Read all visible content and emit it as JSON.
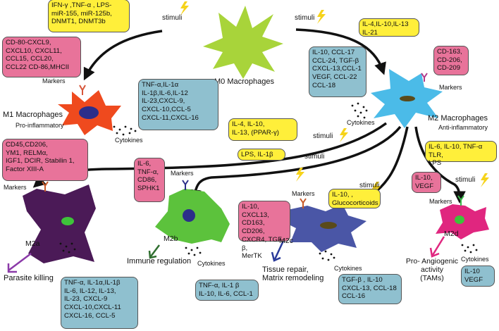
{
  "colors": {
    "yellow_box": "#ffef3a",
    "pink_box": "#e8739a",
    "blue_box": "#8fc0cf",
    "m0_cell": "#a8d43a",
    "m1_cell": "#ef4a1e",
    "m2_cell": "#4bbbe8",
    "m2a_cell": "#4b1a57",
    "m2b_cell": "#5cc23c",
    "m2c_cell": "#4a56a6",
    "m2d_cell": "#e0267f",
    "arrow": "#111111"
  },
  "m0": {
    "label": "M0 Macrophages"
  },
  "stimuli_word": "stimuli",
  "m1": {
    "stimuli_box": "IFN-γ ,TNF-α , LPS-\nmiR-155, miR-125b,\nDNMT1, DNMT3b",
    "markers_box": "CD-80-CXCL9,\nCXCL10, CXCL11,\nCCL15, CCL20,\nCCL22 CD-86,MHCII",
    "markers_label": "Markers",
    "cytokines_box": "TNF-α,IL-1α\nIL-1β,IL-6,IL-12\nIL-23,CXCL-9,\nCXCL-10,CCL-5\nCXCL-11,CXCL-16",
    "cytokines_label": "Cytokines",
    "title": "M1 Macrophages",
    "subtitle": "Pro-inflammatory"
  },
  "m2": {
    "stimuli_box": "IL-4,IL-10,IL-13\nIL-21",
    "cytokines_box": "IL-10, CCL-17\nCCL-24, TGF-β\nCXCL-13,CCL-1\nVEGF, CCL-22\nCCL-18",
    "markers_box": "CD-163,\nCD-206,\nCD-209",
    "markers_label": "Markers",
    "cytokines_label": "Cytokines",
    "title": "M2 Macrophages",
    "subtitle": "Anti-inflammatory"
  },
  "m2a": {
    "stimuli_box": "IL-4, IL-10,\nIL-13, (PPAR-γ)",
    "markers_box": "CD45,CD206,\nYM1, RELMα,\nIGF1, DCIR, Stabilin 1,\nFactor XIII-A",
    "markers_label": "Markers",
    "label": "M2a",
    "function": "Parasite killing",
    "cytokines_box": "TNF-α, IL-1α,IL-1β\nIL-6, IL-12, IL-13,\nIL-23, CXCL-9\nCXCL-10,CXCL-11\nCXCL-16, CCL-5"
  },
  "m2b": {
    "stimuli_box": "LPS, IL-1β",
    "markers_box": "IL-6,\nTNF-α,\nCD86,\nSPHK1",
    "markers_label": "Markers",
    "label": "M2b",
    "function": "Immune regulation",
    "cytokines_label": "Cytokines",
    "cytokines_box": "TNF-α, IL-1 β\nIL-10, IL-6, CCL-1"
  },
  "m2c": {
    "stimuli_box": "IL-10, ,\nGlucocorticoids",
    "markers_box": "IL-10, CXCL13,\nCD163, CD206,\nCXCR4, TGF-β,\nMerTK",
    "markers_label": "Markers",
    "label": "M2c",
    "function": "Tissue repair,\nMatrix remodeling",
    "cytokines_label": "Cytokines",
    "cytokines_box": "TGF-β , IL-10\nCXCL-13, CCL-18\nCCL-16"
  },
  "m2d": {
    "stimuli_box": "IL-6, IL-10, TNF-α TLR,\nLPS",
    "markers_box": "IL-10,\nVEGF",
    "markers_label": "Markers",
    "label": "M2d",
    "function": "Pro- Angiogenic\nactivity\n(TAMs)",
    "cytokines_label": "Cytokines",
    "cytokines_box": "IL-10\nVEGF"
  }
}
